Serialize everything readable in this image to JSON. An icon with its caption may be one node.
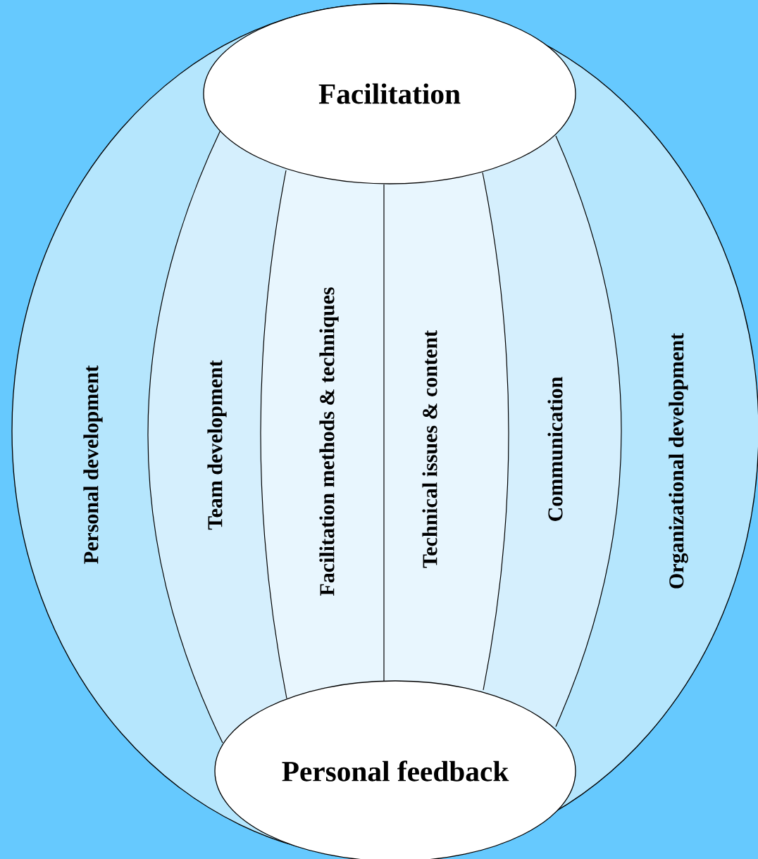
{
  "diagram": {
    "nodes": [
      {
        "text": [
          "Facilitation"
        ]
      },
      {
        "text": [
          "Personal development"
        ]
      },
      {
        "text": [
          "Team development"
        ]
      },
      {
        "text": [
          "Facilitation methods & techniques"
        ]
      },
      {
        "text": [
          "Technical issues & content"
        ]
      },
      {
        "text": [
          "Communication"
        ]
      },
      {
        "text": [
          "Organizational development"
        ]
      },
      {
        "text": [
          "Personal feedback"
        ]
      }
    ]
  }
}
